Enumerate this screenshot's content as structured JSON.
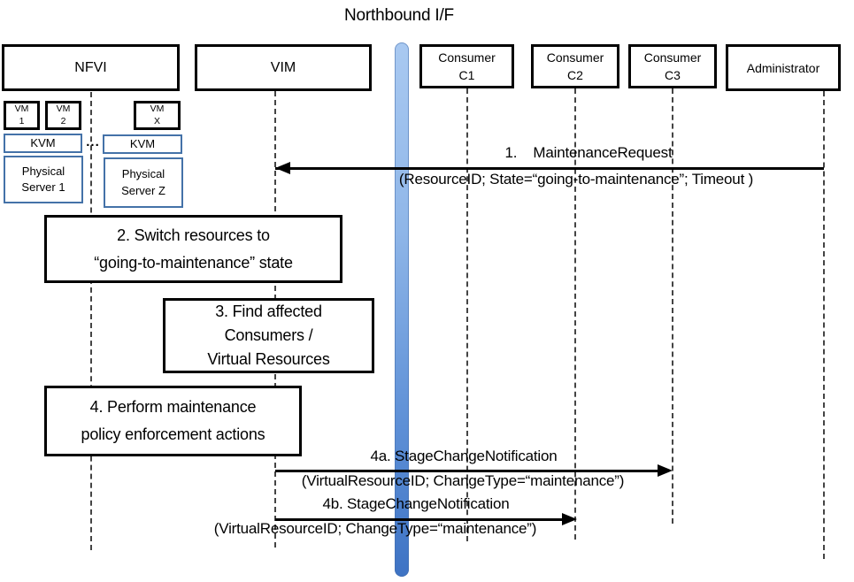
{
  "title": "Northbound I/F",
  "colors": {
    "blue_border": "#4472A8",
    "bar_top": "#A9C9F1",
    "bar_bottom": "#3E73C4",
    "lifeline": "#444444",
    "arrow": "#000000"
  },
  "actors": {
    "nfvi": "NFVI",
    "vim": "VIM",
    "c1": {
      "line1": "Consumer",
      "line2": "C1"
    },
    "c2": {
      "line1": "Consumer",
      "line2": "C2"
    },
    "c3": {
      "line1": "Consumer",
      "line2": "C3"
    },
    "admin": "Administrator"
  },
  "nfvi_detail": {
    "vm1": {
      "line1": "VM",
      "line2": "1"
    },
    "vm2": {
      "line1": "VM",
      "line2": "2"
    },
    "vmx": {
      "line1": "VM",
      "line2": "X"
    },
    "kvm_left": "KVM",
    "kvm_right": "KVM",
    "dots": "...",
    "server1": {
      "line1": "Physical",
      "line2": "Server 1"
    },
    "serverz": {
      "line1": "Physical",
      "line2": "Server Z"
    }
  },
  "messages": {
    "m1": {
      "label": "1.    MaintenanceRequest",
      "params": "(ResourceID; State=“going-to-maintenance”; Timeout )"
    },
    "m4a": {
      "label": "4a. StageChangeNotification",
      "params": "(VirtualResourceID; ChangeType=“maintenance”)"
    },
    "m4b": {
      "label": "4b. StageChangeNotification",
      "params": "(VirtualResourceID; ChangeType=“maintenance”)"
    }
  },
  "steps": {
    "s2": {
      "line1": "2. Switch resources to",
      "line2": "“going-to-maintenance” state"
    },
    "s3": {
      "line1": "3. Find affected",
      "line2": "Consumers /",
      "line3": "Virtual Resources"
    },
    "s4": {
      "line1": "4. Perform maintenance",
      "line2": "policy enforcement actions"
    }
  }
}
